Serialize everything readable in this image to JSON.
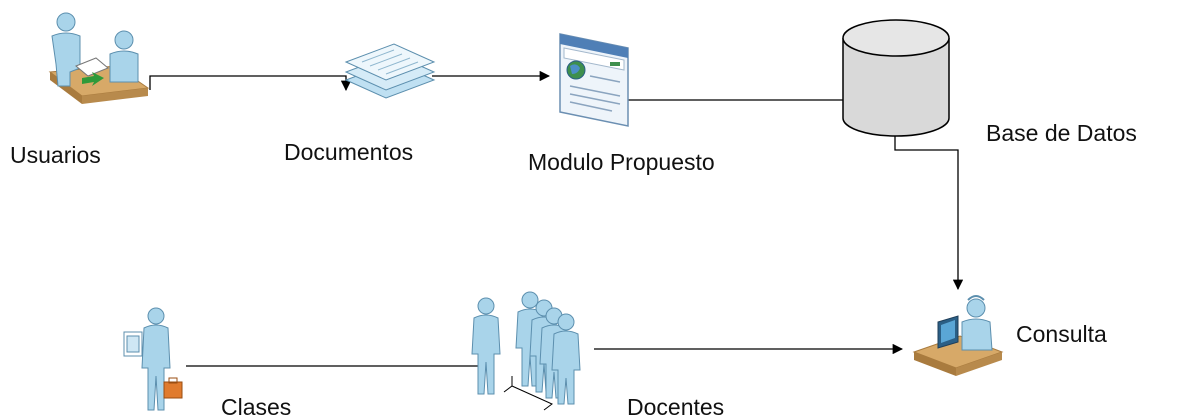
{
  "diagram": {
    "nodes": {
      "usuarios": {
        "label": "Usuarios",
        "icon": "users-desk-meeting-icon"
      },
      "documentos": {
        "label": "Documentos",
        "icon": "documents-stack-icon"
      },
      "modulo": {
        "label": "Modulo Propuesto",
        "icon": "web-module-window-icon"
      },
      "base_datos": {
        "label": "Base de Datos",
        "icon": "database-cylinder-icon"
      },
      "clases": {
        "label": "Clases",
        "icon": "person-with-briefcase-icon"
      },
      "docentes": {
        "label": "Docentes",
        "icon": "group-of-people-icon"
      },
      "consulta": {
        "label": "Consulta",
        "icon": "person-at-computer-icon"
      }
    },
    "edges": [
      {
        "from": "usuarios",
        "to": "documentos"
      },
      {
        "from": "documentos",
        "to": "modulo"
      },
      {
        "from": "modulo",
        "to": "base_datos"
      },
      {
        "from": "base_datos",
        "to": "consulta"
      },
      {
        "from": "clases",
        "to": "docentes"
      },
      {
        "from": "docentes",
        "to": "consulta"
      }
    ],
    "colors": {
      "person_fill": "#a9d4ea",
      "person_stroke": "#5c8fae",
      "desk_fill": "#d7a968",
      "desk_dark": "#a97b3e",
      "db_fill": "#d9d9d9",
      "line": "#000000"
    }
  }
}
